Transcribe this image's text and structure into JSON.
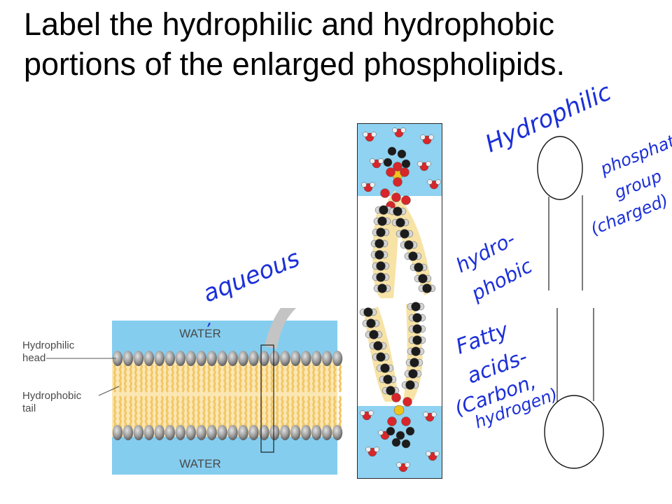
{
  "title": "Label the hydrophilic and hydrophobic portions of the enlarged phospholipids.",
  "bilayer": {
    "water_top": "WATER",
    "water_bottom": "WATER",
    "label_head": [
      "Hydrophilic",
      "head"
    ],
    "label_tail": [
      "Hydrophobic",
      "tail"
    ]
  },
  "handwritten": {
    "aqueous": "aqueous",
    "hydrophilic": "Hydrophilic",
    "phosphate": [
      "phosphate",
      "group",
      "(charged)"
    ],
    "hydrophobic": [
      "hydro-",
      "phobic"
    ],
    "fatty_acids": [
      "Fatty",
      "acids-",
      "(Carbon,",
      "hydrogen)"
    ]
  },
  "colors": {
    "water": "#7ecbee",
    "tail": "#f2c766",
    "head": "#9a9a9a",
    "ink": "#1b2fd8",
    "oxygen": "#d8262a",
    "carbon": "#1c1c1c",
    "hydrogen": "#d4d4d4",
    "phosphorus": "#f1c21a"
  }
}
